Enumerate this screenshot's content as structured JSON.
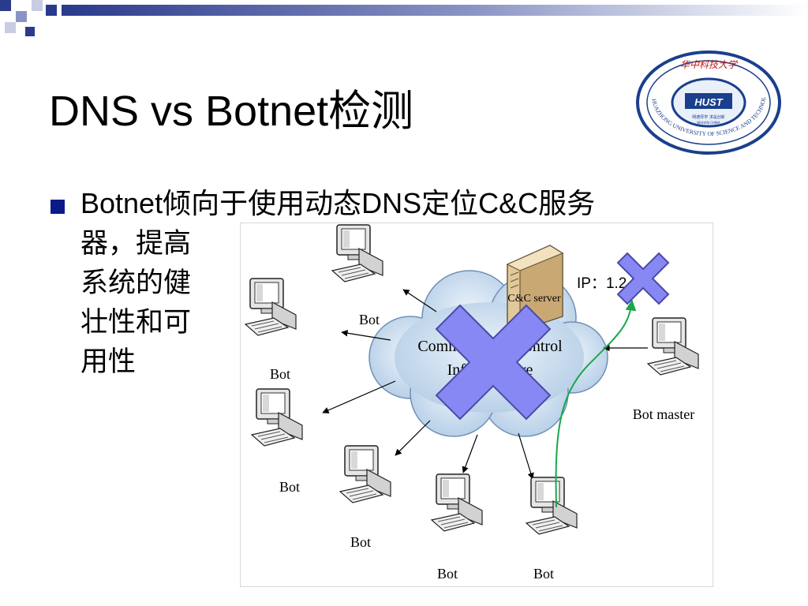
{
  "slide": {
    "title": "DNS vs Botnet检测",
    "bullet": {
      "line1": "Botnet倾向于使用动态DNS定位C&C服务",
      "continuation": [
        "器，提高",
        "系统的健",
        "壮性和可",
        "用性"
      ]
    }
  },
  "logo": {
    "top_text": "华中科技大学",
    "side_text": "HUAZHONG UNIVERSITY OF SCIENCE AND TECHNOLOGY",
    "emblem_text": "HUST",
    "motto": "明德厚学 求是创新",
    "city": "WUHAN CHINA"
  },
  "diagram": {
    "server_label": "C&C server",
    "cloud_label_line1": "Command and Control",
    "cloud_label_line2": "Infrastructure",
    "ip_label": "IP：1.2.3.4",
    "bot_label": "Bot",
    "bot_master_label": "Bot master"
  },
  "colors": {
    "cross_fill": "#8888f4",
    "cross_stroke": "#4a4aa8",
    "arrow_green": "#1aa84a",
    "bullet_navy": "#0a1a8a",
    "deco_navy": "#1a2a7a"
  }
}
